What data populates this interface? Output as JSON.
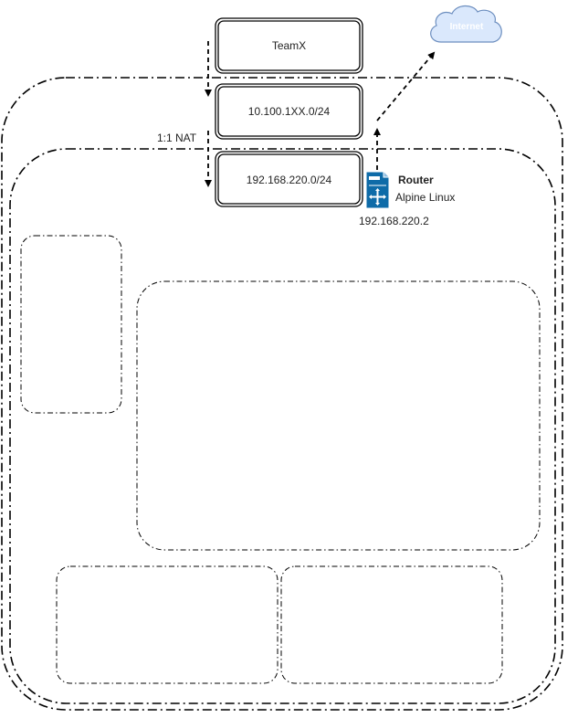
{
  "nodes": {
    "teamx": "TeamX",
    "outer_subnet": "10.100.1XX.0/24",
    "inner_subnet": "192.168.220.0/24"
  },
  "nat_label": "1:1 NAT",
  "internet_label": "Internet",
  "router": {
    "title": "Router",
    "os": "Alpine Linux",
    "ip": "192.168.220.2"
  },
  "colors": {
    "stroke": "#000000",
    "cloud_fill": "#dae8fc",
    "cloud_stroke": "#6c8ebf",
    "router_fill": "#0e6ba8"
  }
}
